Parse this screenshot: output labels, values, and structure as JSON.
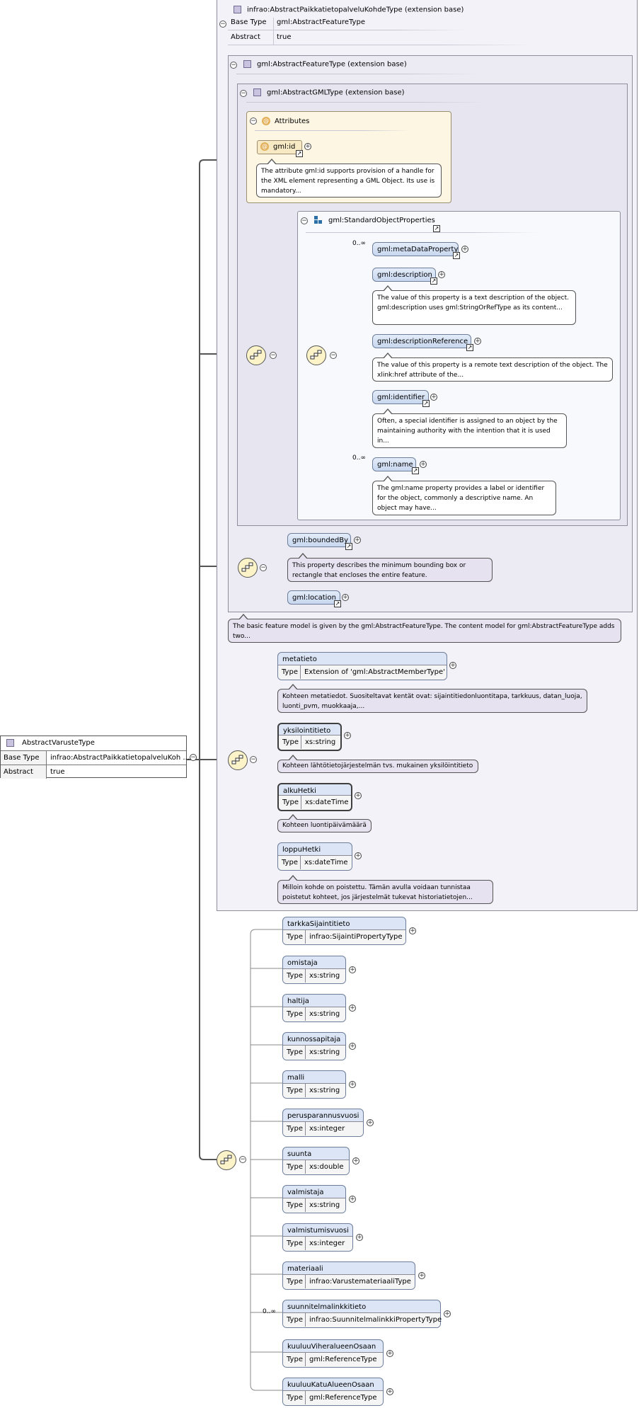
{
  "root": {
    "title": "AbstractVarusteType",
    "rows": [
      {
        "key": "Base Type",
        "value": "infrao:AbstractPaikkatietopalveluKoh ..."
      },
      {
        "key": "Abstract",
        "value": "true"
      }
    ]
  },
  "ext_base": {
    "title": "infrao:AbstractPaikkatietopalveluKohdeType (extension base)",
    "rows": [
      {
        "key": "Base Type",
        "value": "gml:AbstractFeatureType"
      },
      {
        "key": "Abstract",
        "value": "true"
      }
    ]
  },
  "feature_panel": {
    "title": "gml:AbstractFeatureType (extension base)"
  },
  "gml_panel": {
    "title": "gml:AbstractGMLType (extension base)"
  },
  "attributes": {
    "title": "Attributes",
    "attr_name": "gml:id",
    "note": "The attribute gml:id supports provision of a handle for the XML element representing a GML Object. Its use is mandatory..."
  },
  "std_props": {
    "title": "gml:StandardObjectProperties",
    "items": [
      {
        "name": "gml:metaDataProperty",
        "mult": "0..∞",
        "note": ""
      },
      {
        "name": "gml:description",
        "mult": "",
        "note": "The value of this property is a text description of the object. gml:description uses gml:StringOrRefType as its content..."
      },
      {
        "name": "gml:descriptionReference",
        "mult": "",
        "note": "The value of this property is a remote text description of the object. The xlink:href attribute of the..."
      },
      {
        "name": "gml:identifier",
        "mult": "",
        "note": "Often, a special identifier is assigned to an object by the maintaining authority with the intention that it is used in..."
      },
      {
        "name": "gml:name",
        "mult": "0..∞",
        "note": "The gml:name property provides a label or identifier for the object, commonly a descriptive name. An object may have..."
      }
    ]
  },
  "bounded": {
    "items": [
      {
        "name": "gml:boundedBy",
        "note": "This property describes the minimum bounding box or rectangle that encloses the entire feature."
      },
      {
        "name": "gml:location",
        "note": ""
      }
    ]
  },
  "feature_note": "The basic feature model is given by the gml:AbstractFeatureType. The content model for gml:AbstractFeatureType adds two...",
  "type_key": "Type",
  "kohde_elements": [
    {
      "name": "metatieto",
      "type": "Extension of 'gml:AbstractMemberType'",
      "note": "Kohteen metatiedot. Suositeltavat kentät ovat: sijaintitiedonluontitapa, tarkkuus, datan_luoja, luonti_pvm, muokkaaja,..."
    },
    {
      "name": "yksilointitieto",
      "type": "xs:string",
      "note": "Kohteen lähtötietojärjestelmän tvs. mukainen yksilöintitieto"
    },
    {
      "name": "alkuHetki",
      "type": "xs:dateTime",
      "note": "Kohteen luontipäivämäärä"
    },
    {
      "name": "loppuHetki",
      "type": "xs:dateTime",
      "note": "Milloin kohde on poistettu. Tämän avulla voidaan tunnistaa poistetut kohteet, jos järjestelmät tukevat historiatietojen..."
    }
  ],
  "varuste_elements": [
    {
      "name": "tarkkaSijaintitieto",
      "type": "infrao:SijaintiPropertyType",
      "mult": ""
    },
    {
      "name": "omistaja",
      "type": "xs:string",
      "mult": ""
    },
    {
      "name": "haltija",
      "type": "xs:string",
      "mult": ""
    },
    {
      "name": "kunnossapitaja",
      "type": "xs:string",
      "mult": ""
    },
    {
      "name": "malli",
      "type": "xs:string",
      "mult": ""
    },
    {
      "name": "perusparannusvuosi",
      "type": "xs:integer",
      "mult": ""
    },
    {
      "name": "suunta",
      "type": "xs:double",
      "mult": ""
    },
    {
      "name": "valmistaja",
      "type": "xs:string",
      "mult": ""
    },
    {
      "name": "valmistumisvuosi",
      "type": "xs:integer",
      "mult": ""
    },
    {
      "name": "materiaali",
      "type": "infrao:VarustemateriaaliType",
      "mult": ""
    },
    {
      "name": "suunnitelmalinkkitieto",
      "type": "infrao:SuunnitelmalinkkiPropertyType",
      "mult": "0..∞"
    },
    {
      "name": "kuuluuViheralueenOsaan",
      "type": "gml:ReferenceType",
      "mult": ""
    },
    {
      "name": "kuuluuKatuAlueenOsaan",
      "type": "gml:ReferenceType",
      "mult": ""
    }
  ]
}
